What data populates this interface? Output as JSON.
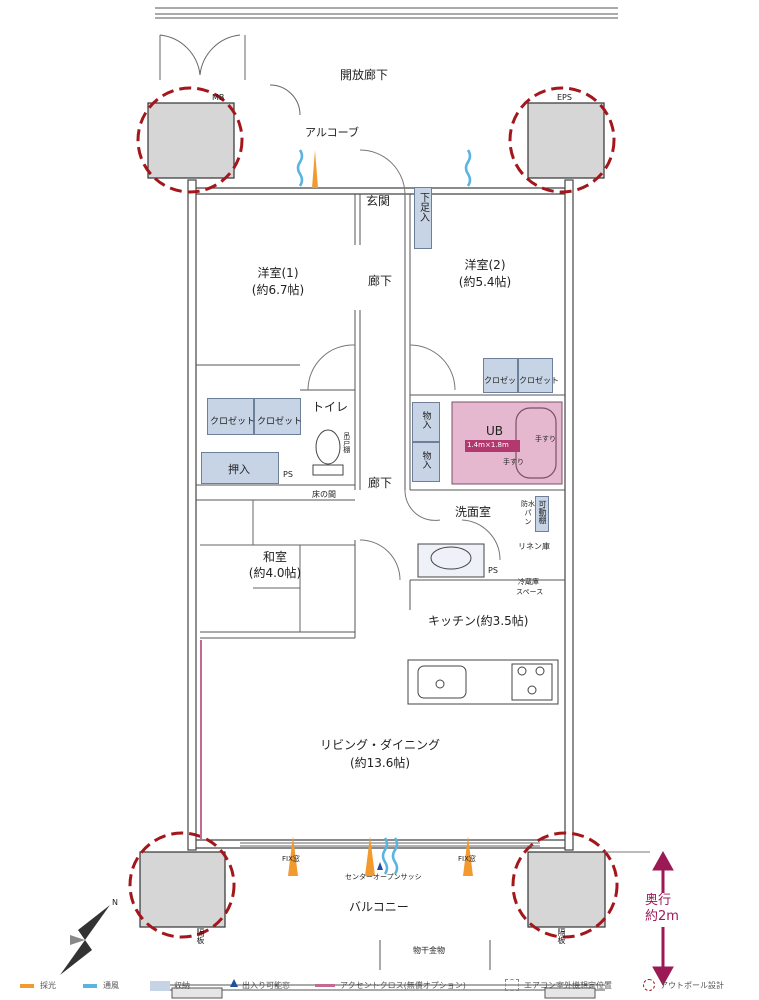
{
  "rooms": {
    "corridor_open": "開放廊下",
    "mb": "MB",
    "eps": "EPS",
    "alcove": "アルコーブ",
    "entrance": "玄関",
    "shoe_box": "下足入",
    "hallway_top": "廊下",
    "hallway_bottom": "廊下",
    "western1_name": "洋室(1)",
    "western1_size": "(約6.7帖)",
    "western2_name": "洋室(2)",
    "western2_size": "(約5.4帖)",
    "closet": "クロゼット",
    "toilet": "トイレ",
    "hanging_shelf": "吊戸棚",
    "storage": "物入",
    "ub": "UB",
    "ub_size": "1.4m×1.8m",
    "handrail": "手すり",
    "oshiire": "押入",
    "ps": "PS",
    "tokonoma": "床の間",
    "washroom": "洗面室",
    "waterproof_pan": "防水パン",
    "movable_shelf": "可動棚",
    "linen": "リネン庫",
    "fridge_space_1": "冷蔵庫",
    "fridge_space_2": "スペース",
    "japanese_name": "和室",
    "japanese_size": "(約4.0帖)",
    "kitchen": "キッチン(約3.5帖)",
    "living_name": "リビング・ダイニング",
    "living_size": "(約13.6帖)",
    "fix_window": "FIX窓",
    "center_sash": "センターオープンサッシ",
    "balcony": "バルコニー",
    "partition": "隔板",
    "drying_rack": "物干金物",
    "depth_1": "奥行",
    "depth_2": "約2m",
    "compass_n": "N"
  },
  "legend": {
    "light": "採光",
    "ventilation": "通風",
    "storage": "収納",
    "access_window": "出入り可能窓",
    "accent_cloth": "アクセントクロス(無償オプション)",
    "ac_unit": "エアコン室外機想定位置",
    "out_pole": "アウトポール設計"
  },
  "colors": {
    "storage": "#c7d4e6",
    "bath": "#e6b8cf",
    "pillar_circle": "#a3161c",
    "depth_arrow": "#9b1a56",
    "light": "#f29a2e",
    "ventilation": "#5ab4e0",
    "accent": "#c46a92"
  }
}
